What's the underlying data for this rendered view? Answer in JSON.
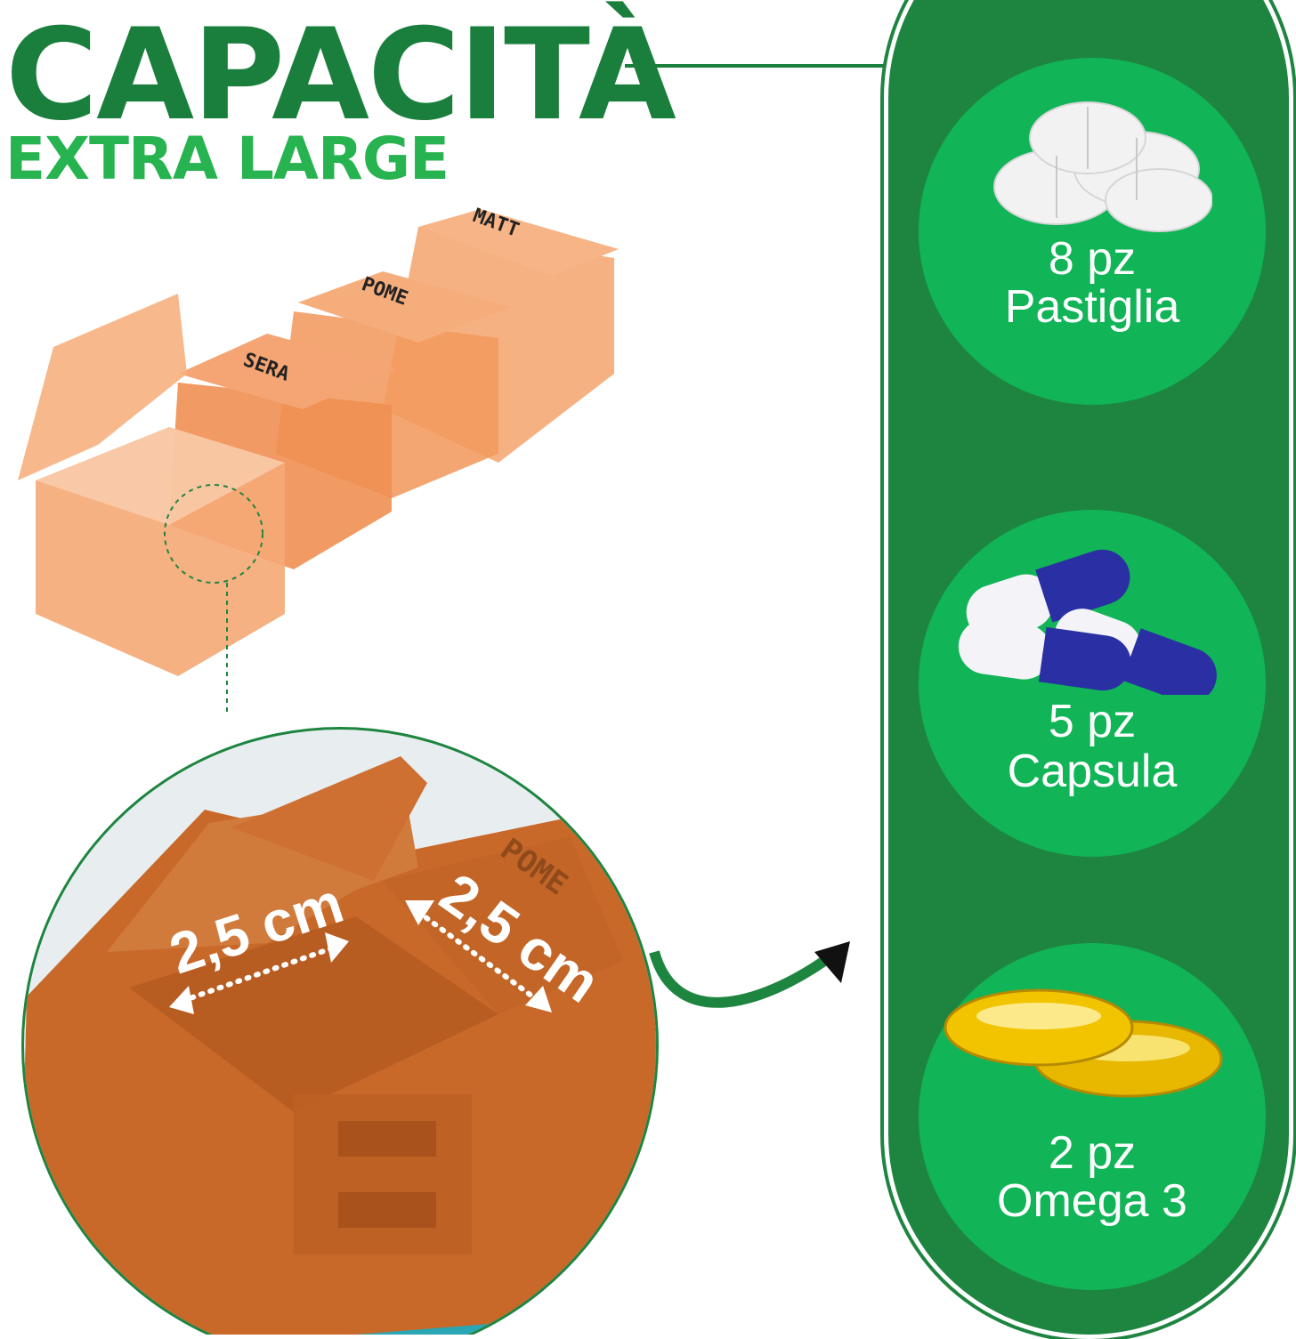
{
  "header": {
    "title": "CAPACITÀ",
    "subtitle": "EXTRA LARGE"
  },
  "pillbox": {
    "compartment_labels": [
      "MATT",
      "POME",
      "SERA"
    ],
    "color": "#f4a36d"
  },
  "zoom": {
    "measurements": [
      "2,5 cm",
      "2,5 cm"
    ],
    "lid_label": "POME"
  },
  "capacity": {
    "items": [
      {
        "count": "8 pz",
        "type": "Pastiglia",
        "icon": "tablet-icon"
      },
      {
        "count": "5 pz",
        "type": "Capsula",
        "icon": "capsule-icon"
      },
      {
        "count": "2 pz",
        "type": "Omega 3",
        "icon": "softgel-icon"
      }
    ]
  },
  "colors": {
    "dark_green": "#1e8540",
    "bright_green": "#11b457",
    "title_green": "#1a7f3c",
    "subtitle_green": "#27b34f",
    "orange": "#c8692a"
  }
}
